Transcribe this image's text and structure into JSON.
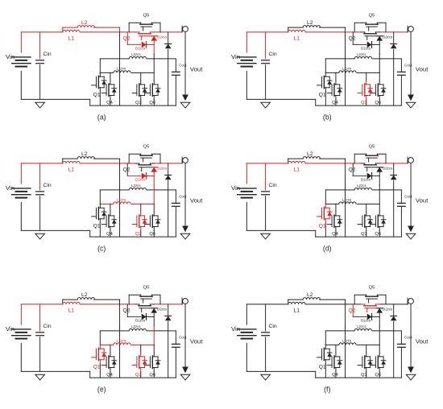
{
  "colors": {
    "wire": "#222222",
    "highlight": "#d21f1f",
    "background": "#ffffff"
  },
  "icons": [
    "battery-icon",
    "capacitor-icon",
    "inductor-icon",
    "mosfet-icon",
    "diode-icon",
    "ground-icon",
    "output-terminal-icon",
    "arrow-icon"
  ],
  "labels": {
    "vin": "Vin",
    "cin": "Cin",
    "l1": "L1",
    "l2": "L2",
    "q1": "Q1",
    "q2": "Q2",
    "q3": "Q3",
    "q4": "Q4",
    "q5": "Q5",
    "q6": "Q6",
    "d1zcs": "D1zcs",
    "d2zcs": "D2zcs",
    "l1zcs": "L1zcs",
    "l2zcs": "L2zcs",
    "cout": "Cout",
    "vout": "Vout"
  },
  "panels": [
    {
      "caption": "(a)",
      "hi": [
        "L1",
        "L2",
        "Q2",
        "D1zcs",
        "D2zcs",
        "top",
        "left"
      ]
    },
    {
      "caption": "(b)",
      "hi": [
        "L1",
        "Q3",
        "top",
        "left"
      ]
    },
    {
      "caption": "(c)",
      "hi": [
        "L1",
        "Q3",
        "D1zcs",
        "D2zcs",
        "L1zcs",
        "top",
        "left"
      ]
    },
    {
      "caption": "(d)",
      "hi": [
        "L1",
        "Q1",
        "top",
        "left"
      ]
    },
    {
      "caption": "(e)",
      "hi": [
        "L1",
        "Q1",
        "Q3",
        "L1zcs",
        "top",
        "left"
      ]
    },
    {
      "caption": "(f)",
      "hi": [
        "Q2"
      ]
    }
  ]
}
